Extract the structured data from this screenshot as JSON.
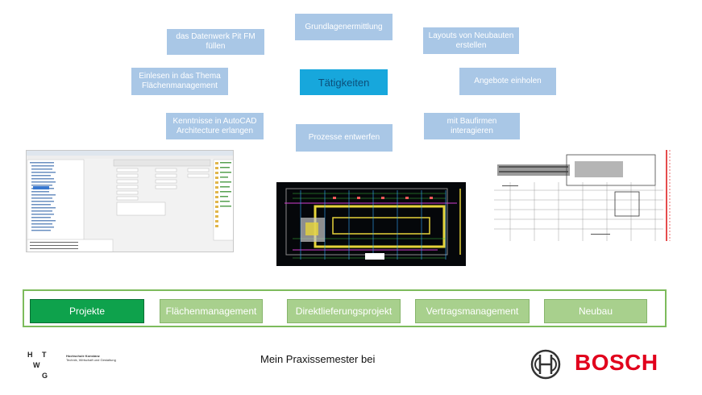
{
  "bubbles": {
    "grundlagen": "Grundlagenermittlung",
    "datenwerk": "das Datenwerk Pit FM\nfüllen",
    "layouts": "Layouts von Neubauten\nerstellen",
    "einlesen": "Einlesen in das Thema\nFlächenmanagement",
    "angebote": "Angebote einholen",
    "autocad": "Kenntnisse in AutoCAD\nArchitecture erlangen",
    "baufirmen": "mit Baufirmen\ninteragieren",
    "prozesse": "Prozesse entwerfen",
    "center": "Tätigkeiten"
  },
  "tabs": [
    {
      "label": "Projekte",
      "active": true
    },
    {
      "label": "Flächenmanagement",
      "active": false
    },
    {
      "label": "Direktlieferungsprojekt",
      "active": false
    },
    {
      "label": "Vertragsmanagement",
      "active": false
    },
    {
      "label": "Neubau",
      "active": false
    }
  ],
  "footer": {
    "caption": "Mein Praxissemester bei",
    "htwg_letters": [
      "H",
      "T",
      "W",
      "G"
    ],
    "htwg_name": "Hochschule Konstanz",
    "htwg_sub": "Technik, Wirtschaft und Gestaltung",
    "bosch_word": "BOSCH"
  },
  "colors": {
    "bubble": "#a9c7e6",
    "center": "#17a7dc",
    "tab_active": "#0ea24c",
    "tab_inactive": "#a8d08d",
    "tab_border": "#7dbb5c",
    "bosch_red": "#e1001c"
  }
}
